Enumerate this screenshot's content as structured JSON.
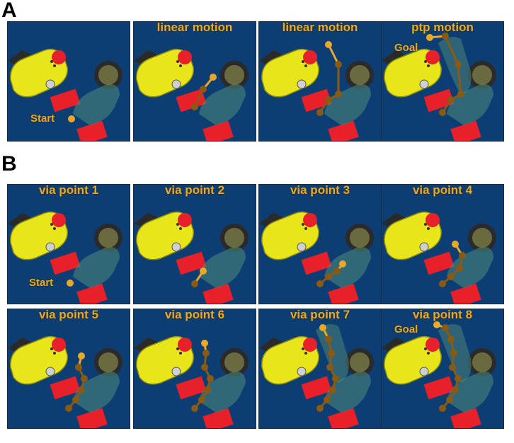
{
  "section_labels": {
    "a": "A",
    "b": "B"
  },
  "row_a": [
    {
      "caption": "",
      "start_label": "Start",
      "goal_label": ""
    },
    {
      "caption": "linear motion",
      "start_label": "",
      "goal_label": ""
    },
    {
      "caption": "linear motion",
      "start_label": "",
      "goal_label": ""
    },
    {
      "caption": "ptp motion",
      "start_label": "",
      "goal_label": "Goal"
    }
  ],
  "row_b": [
    {
      "caption": "via point 1",
      "start_label": "Start",
      "goal_label": ""
    },
    {
      "caption": "via point 2",
      "start_label": "",
      "goal_label": ""
    },
    {
      "caption": "via point 3",
      "start_label": "",
      "goal_label": ""
    },
    {
      "caption": "via point 4",
      "start_label": "",
      "goal_label": ""
    },
    {
      "caption": "via point 5",
      "start_label": "",
      "goal_label": ""
    },
    {
      "caption": "via point 6",
      "start_label": "",
      "goal_label": ""
    },
    {
      "caption": "via point 7",
      "start_label": "",
      "goal_label": ""
    },
    {
      "caption": "via point 8",
      "start_label": "",
      "goal_label": "Goal"
    }
  ],
  "colors": {
    "background": "#0d3e73",
    "robot": "#e8e61a",
    "ghost_robot": "#4f8a7a",
    "box": "#e8202a",
    "path_active": "#e8a92a",
    "path_past": "#8a5a14",
    "base": "#2a2a2a"
  }
}
